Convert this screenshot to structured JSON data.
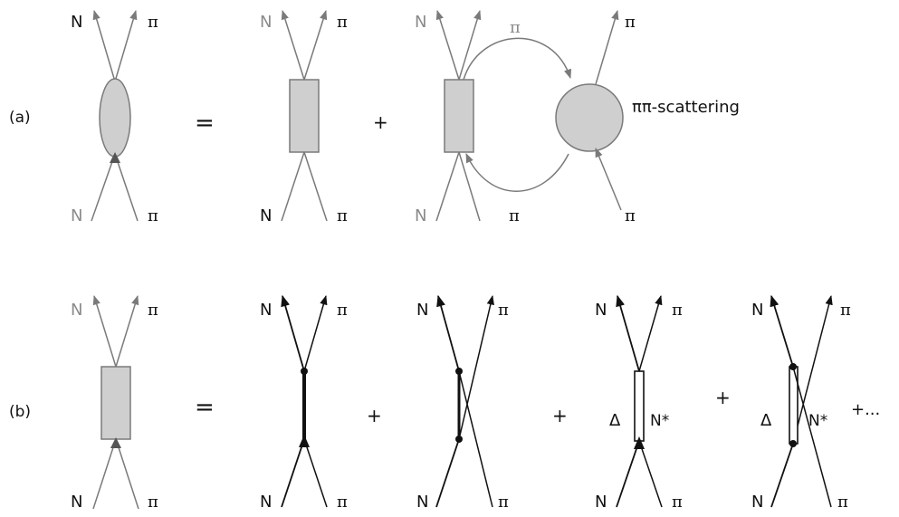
{
  "row_a": {
    "label": "(a)",
    "lhs": {
      "out_left": "N",
      "out_right": "π",
      "in_left": "N",
      "in_right": "π"
    },
    "equals": "=",
    "term1": {
      "out_left": "N",
      "out_right": "π",
      "in_left": "N",
      "in_right": "π"
    },
    "plus": "+",
    "term2": {
      "out_left": "N",
      "loop_top": "π",
      "out_right": "π",
      "in_left": "N",
      "loop_bottom": "π",
      "in_right": "π",
      "blob_label": "ππ-scattering"
    }
  },
  "row_b": {
    "label": "(b)",
    "lhs": {
      "out_left": "N",
      "out_right": "π",
      "in_left": "N",
      "in_right": "π"
    },
    "equals": "=",
    "terms": [
      {
        "out_left": "N",
        "out_right": "π",
        "in_left": "N",
        "in_right": "π"
      },
      {
        "out_left": "N",
        "out_right": "π",
        "in_left": "N",
        "in_right": "π"
      },
      {
        "out_left": "N",
        "out_right": "π",
        "in_left": "N",
        "in_right": "π",
        "left_label": "Δ",
        "right_label": "N*"
      },
      {
        "out_left": "N",
        "out_right": "π",
        "in_left": "N",
        "in_right": "π",
        "left_label": "Δ",
        "right_label": "N*"
      }
    ],
    "plus": "+",
    "ellipsis": "+..."
  },
  "colors": {
    "line_grey": "#7a7a7a",
    "line_black": "#111111",
    "fill_grey": "#cfcfcf"
  }
}
